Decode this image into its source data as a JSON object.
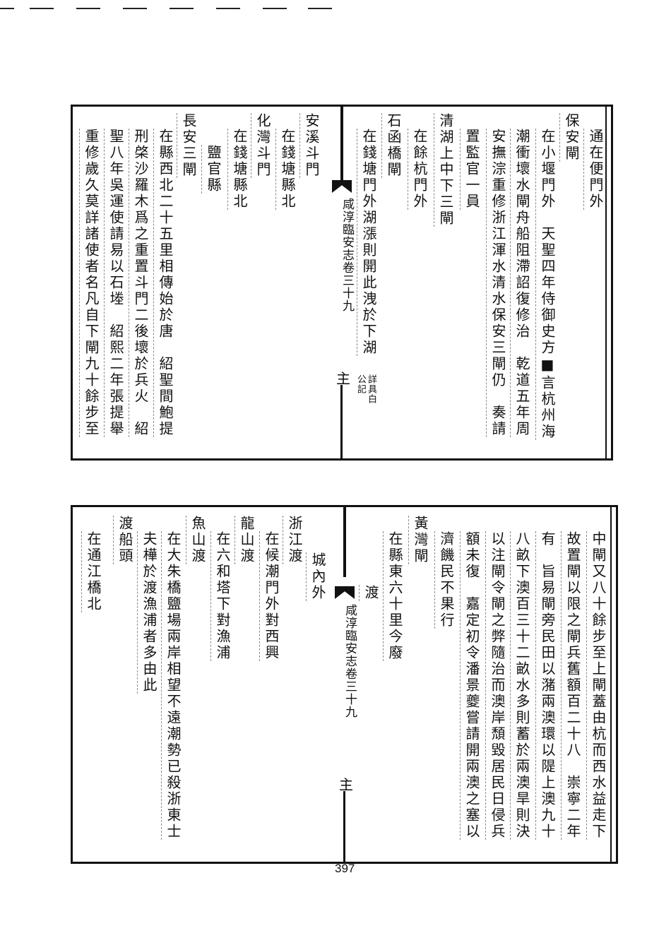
{
  "book_title": "咸淳臨安志卷三十九",
  "leaf_number": "主",
  "page_number": "397",
  "top": {
    "right": [
      "通在便門外",
      "保安閘",
      "在小堰門外　天聖四年侍御史方■言杭州海",
      "潮衝壞水閘舟船阻滯詔復修治　乾道五年周",
      "安撫淙重修浙江渾水清水保安三閘仍　奏請",
      "置監官一員",
      "清湖上中下三閘",
      "在餘杭門外",
      "石函橋閘",
      "在錢塘門外湖漲則開此洩於下湖"
    ],
    "note_a": "詳具白",
    "note_b": "公記",
    "left": [
      "安溪斗門",
      "在錢塘縣北",
      "化灣斗門",
      "在錢塘縣北",
      "鹽官縣",
      "長安三閘",
      "在縣西北二十五里相傳始於唐　紹聖間鮑提",
      "刑棨沙羅木爲之重置斗門二後壞於兵火　紹",
      "聖八年吳運使請易以石堘　紹熙二年張提舉",
      "重修歲久莫詳諸使者名凡自下閘九十餘步至"
    ]
  },
  "bottom": {
    "right": [
      "中閘又八十餘步至上閘蓋由杭而西水益走下",
      "故置閘以限之閘兵舊額百二十八　崇寧二年",
      "有　旨易閘旁民田以潴兩澳環以隄上澳九十",
      "八畝下澳百三十二畝水多則蓄於兩澳旱則決",
      "以注閘令閘之弊隨治而澳岸頹毀居民日侵兵",
      "額未復　嘉定初令潘景夔嘗請開兩澳之塞以",
      "濟饑民不果行",
      "黃灣閘",
      "在縣東六十里今廢",
      "渡"
    ],
    "left": [
      "城內外",
      "浙江渡",
      "在候潮門外對西興",
      "龍山渡",
      "在六和塔下對漁浦",
      "魚山渡",
      "在大朱橋鹽場兩岸相望不遠潮勢已殺浙東士",
      "夫樺於渡漁浦者多由此",
      "渡船頭",
      "在通江橋北"
    ]
  }
}
